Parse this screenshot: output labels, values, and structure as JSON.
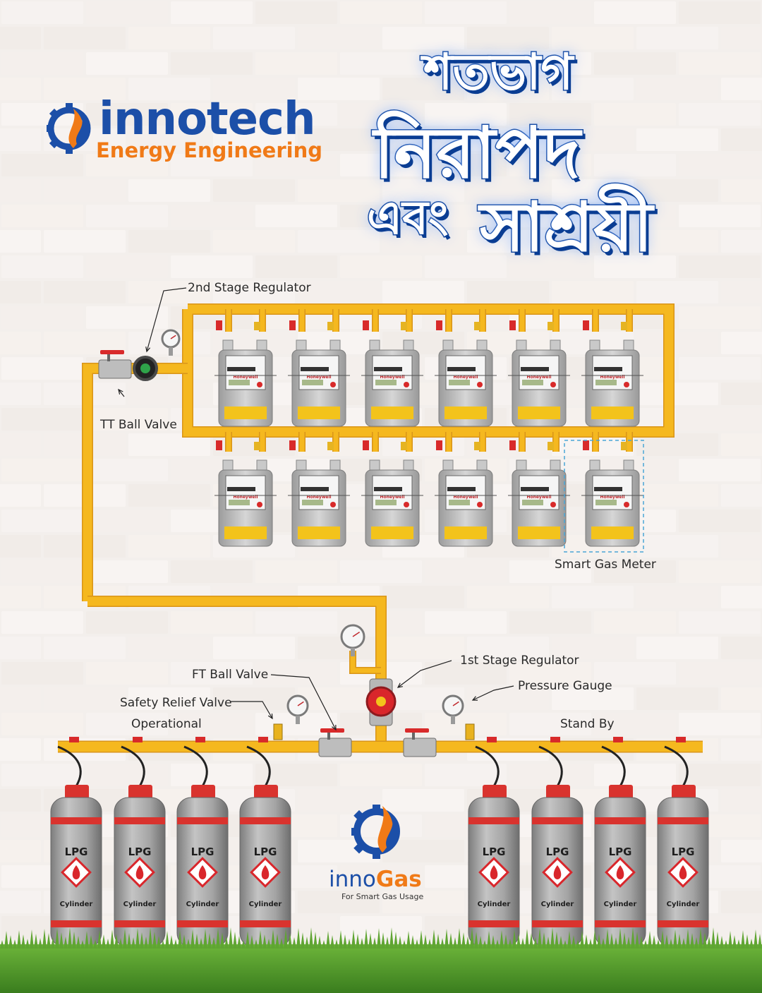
{
  "brand": {
    "name": "innotech",
    "subtitle": "Energy Engineering",
    "colors": {
      "blue": "#1c4fa8",
      "orange": "#f07a17"
    }
  },
  "headline": {
    "line1": "শতভাগ",
    "line2": "নিরাপদ",
    "line3a": "এবং",
    "line3b": "সাশ্রয়ী"
  },
  "labels": {
    "second_stage_regulator": "2nd Stage Regulator",
    "tt_ball_valve": "TT Ball Valve",
    "smart_gas_meter": "Smart Gas Meter",
    "first_stage_regulator": "1st Stage Regulator",
    "ft_ball_valve": "FT Ball Valve",
    "pressure_gauge": "Pressure Gauge",
    "safety_relief_valve": "Safety Relief Valve",
    "operational": "Operational",
    "stand_by": "Stand By"
  },
  "meter": {
    "brand": "Honeywell",
    "count_per_row": 6,
    "rows": 2
  },
  "cylinders": {
    "top_label": "LPG",
    "bottom_label": "Cylinder",
    "operational_count": 4,
    "standby_count": 4
  },
  "product": {
    "name_prefix": "inno",
    "name_suffix": "Gas",
    "tagline": "For Smart Gas Usage"
  },
  "colors": {
    "pipe": "#f5b81f",
    "pipe_edge": "#d9951a",
    "valve_red": "#d82a2a",
    "cylinder_body": "#a8a8a8",
    "cylinder_band": "#d9332e",
    "grass": "#4f9a2a"
  }
}
